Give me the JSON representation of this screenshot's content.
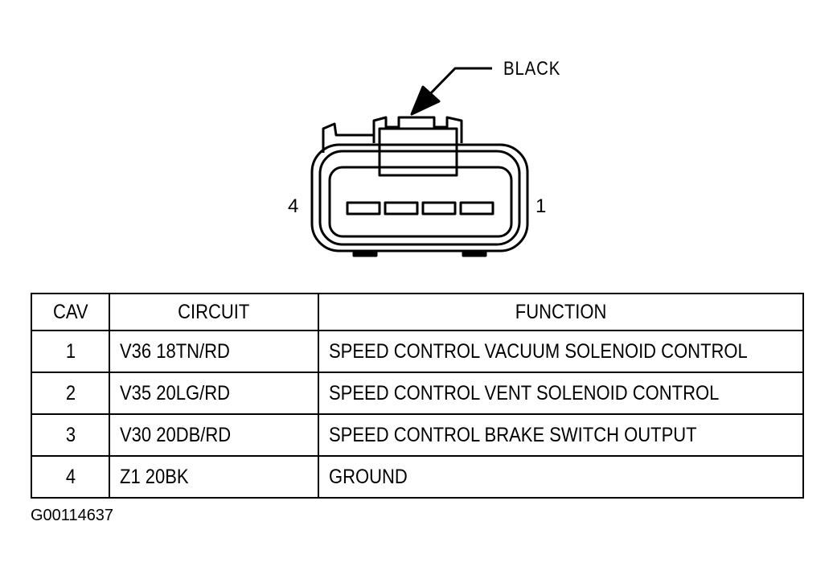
{
  "connector": {
    "color_callout": "BLACK",
    "pin_left": "4",
    "pin_right": "1"
  },
  "table": {
    "headers": [
      "CAV",
      "CIRCUIT",
      "FUNCTION"
    ],
    "rows": [
      {
        "cav": "1",
        "circuit": "V36 18TN/RD",
        "function": "SPEED CONTROL VACUUM SOLENOID CONTROL"
      },
      {
        "cav": "2",
        "circuit": "V35 20LG/RD",
        "function": "SPEED CONTROL VENT SOLENOID CONTROL"
      },
      {
        "cav": "3",
        "circuit": "V30 20DB/RD",
        "function": "SPEED CONTROL BRAKE SWITCH OUTPUT"
      },
      {
        "cav": "4",
        "circuit": "Z1 20BK",
        "function": "GROUND"
      }
    ]
  },
  "figure_id": "G00114637"
}
